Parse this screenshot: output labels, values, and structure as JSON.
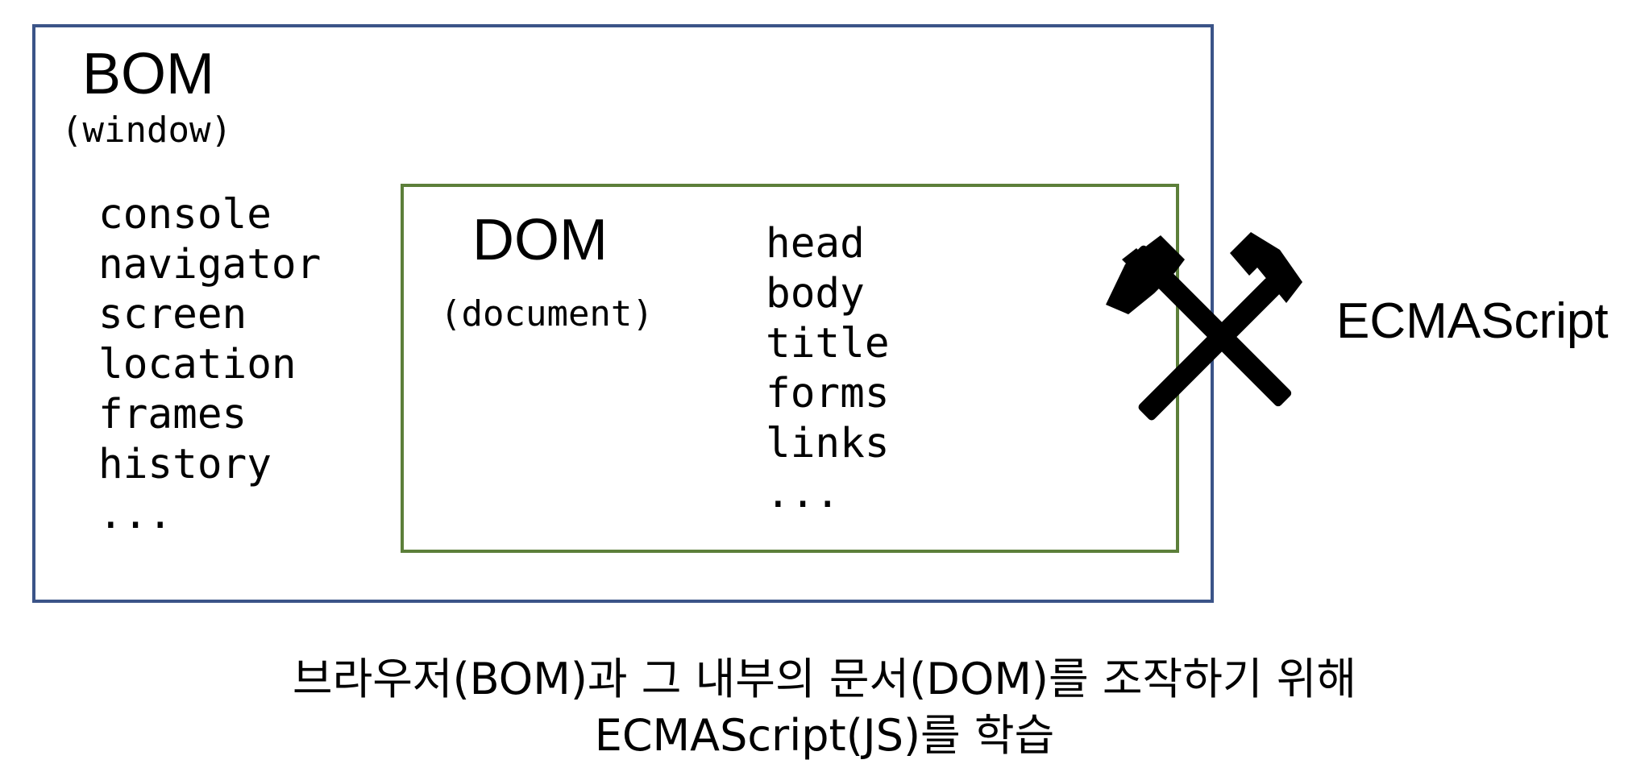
{
  "bom": {
    "title": "BOM",
    "subtitle": "(window)",
    "items": [
      "console",
      "navigator",
      "screen",
      "location",
      "frames",
      "history",
      "..."
    ]
  },
  "dom": {
    "title": "DOM",
    "subtitle": "(document)",
    "items": [
      "head",
      "body",
      "title",
      "forms",
      "links",
      "..."
    ]
  },
  "ecmascript": {
    "label": "ECMAScript",
    "icon": "hammer-and-pick-icon"
  },
  "caption": {
    "line1": "브라우저(BOM)과 그 내부의 문서(DOM)를 조작하기 위해",
    "line2": "ECMAScript(JS)를 학습"
  },
  "colors": {
    "bom_border": "#3b5488",
    "dom_border": "#5c7f3a",
    "icon": "#000000"
  }
}
